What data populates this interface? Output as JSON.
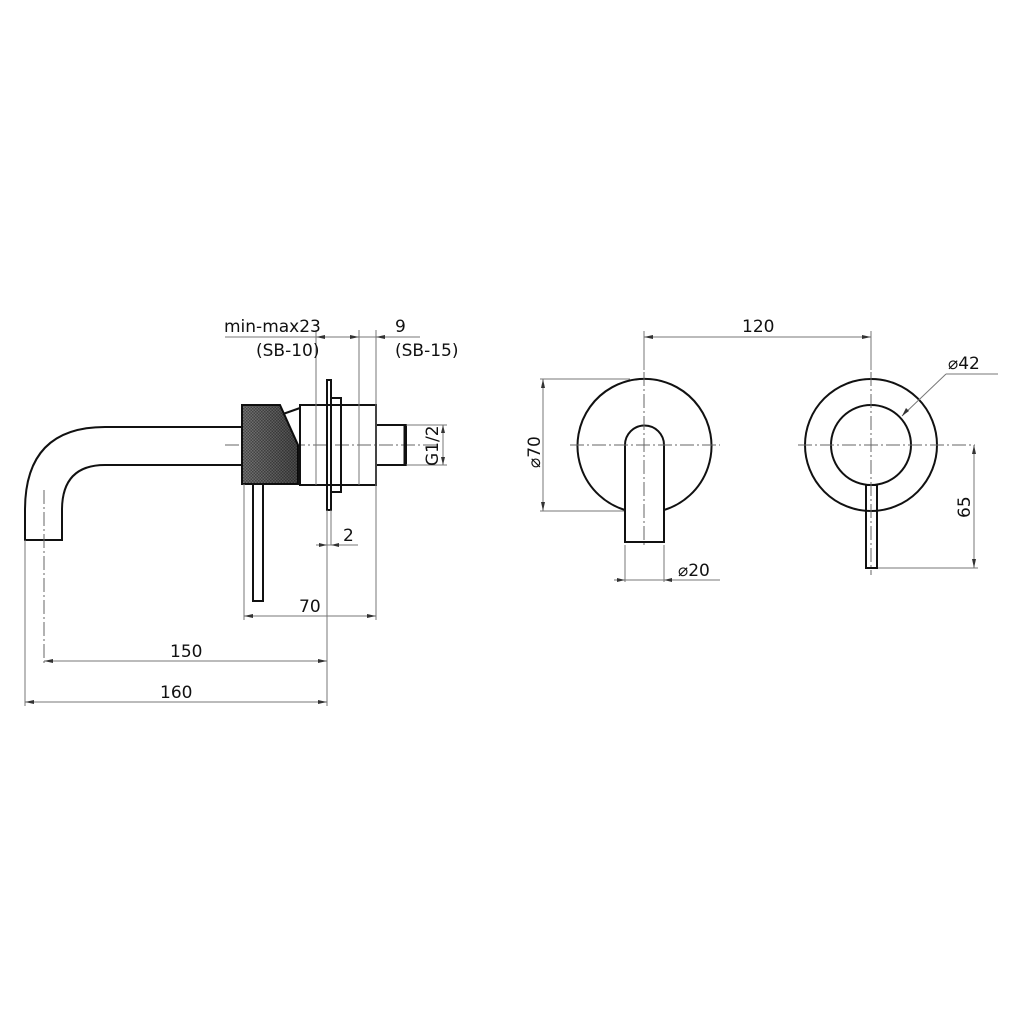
{
  "drawing": {
    "side_view": {
      "dims": {
        "min_max": "min-max23",
        "sb10": "(SB-10)",
        "nine": "9",
        "sb15": "(SB-15)",
        "thread": "G1/2",
        "two": "2",
        "seventy": "70",
        "one_fifty": "150",
        "one_sixty": "160"
      }
    },
    "front_view": {
      "dims": {
        "spacing": "120",
        "plate_dia": "⌀70",
        "spout_dia": "⌀20",
        "knob_dia": "⌀42",
        "lever_len": "65"
      }
    },
    "colors": {
      "line": "#111111",
      "dimension": "#777777",
      "knurl": "#555555"
    }
  }
}
